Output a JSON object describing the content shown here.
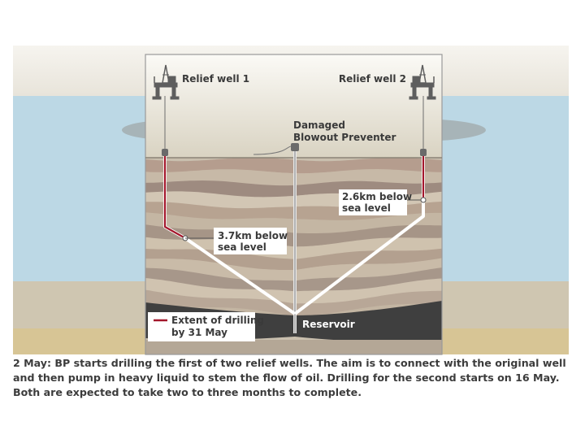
{
  "diagram": {
    "rig1_label": "Relief well 1",
    "rig2_label": "Relief well 2",
    "bop_label_line1": "Damaged",
    "bop_label_line2": "Blowout Preventer",
    "well1_depth_line1": "3.7km below",
    "well1_depth_line2": "sea level",
    "well2_depth_line1": "2.6km below",
    "well2_depth_line2": "sea level",
    "reservoir_label": "Reservoir",
    "legend_line1": "Extent of drilling",
    "legend_line2": "by 31 May",
    "colors": {
      "drilled": "#a3162b",
      "planned": "#ffffff",
      "reservoir": "#3f3f3f",
      "sea_band": "#bcd8e5"
    }
  },
  "caption": "2 May: BP starts drilling the first of two relief wells. The aim is to connect with the original well and then pump in heavy liquid to stem the flow of oil. Drilling for the second starts on 16 May. Both are expected to take two to three months to complete."
}
